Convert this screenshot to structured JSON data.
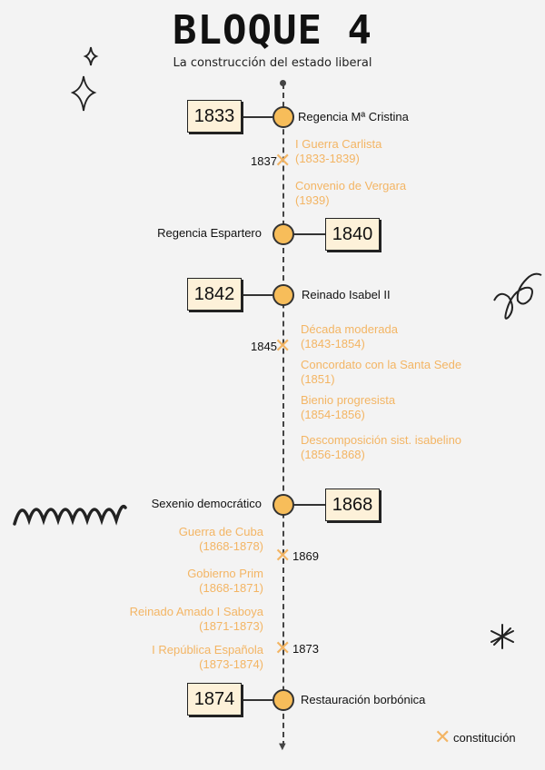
{
  "header": {
    "title": "BLOQUE 4",
    "subtitle": "La construcción del estado liberal"
  },
  "events": [
    {
      "year": "1833",
      "label": "Regencia Mª Cristina"
    },
    {
      "year": "1840",
      "label": "Regencia Espartero"
    },
    {
      "year": "1842",
      "label": "Reinado Isabel II"
    },
    {
      "year": "1868",
      "label": "Sexenio democrático"
    },
    {
      "year": "1874",
      "label": "Restauración borbónica"
    }
  ],
  "subevents": [
    {
      "name": "I Guerra Carlista",
      "dates": "(1833-1839)"
    },
    {
      "name": "Convenio de Vergara",
      "dates": "(1939)"
    },
    {
      "name": "Década moderada",
      "dates": "(1843-1854)"
    },
    {
      "name": "Concordato con la Santa Sede",
      "dates": "(1851)"
    },
    {
      "name": "Bienio progresista",
      "dates": "(1854-1856)"
    },
    {
      "name": "Descomposición sist. isabelino",
      "dates": "(1856-1868)"
    },
    {
      "name": "Guerra de Cuba",
      "dates": "(1868-1878)"
    },
    {
      "name": "Gobierno Prim",
      "dates": "(1868-1871)"
    },
    {
      "name": "Reinado Amado I Saboya",
      "dates": "(1871-1873)"
    },
    {
      "name": "I República Española",
      "dates": "(1873-1874)"
    }
  ],
  "constitutions": [
    "1837",
    "1845",
    "1869",
    "1873"
  ],
  "legend": {
    "icon": "cross-icon",
    "label": "constitución"
  },
  "colors": {
    "accent": "#f3b564",
    "node": "#f7bd5a",
    "box": "#fdf1d9"
  }
}
